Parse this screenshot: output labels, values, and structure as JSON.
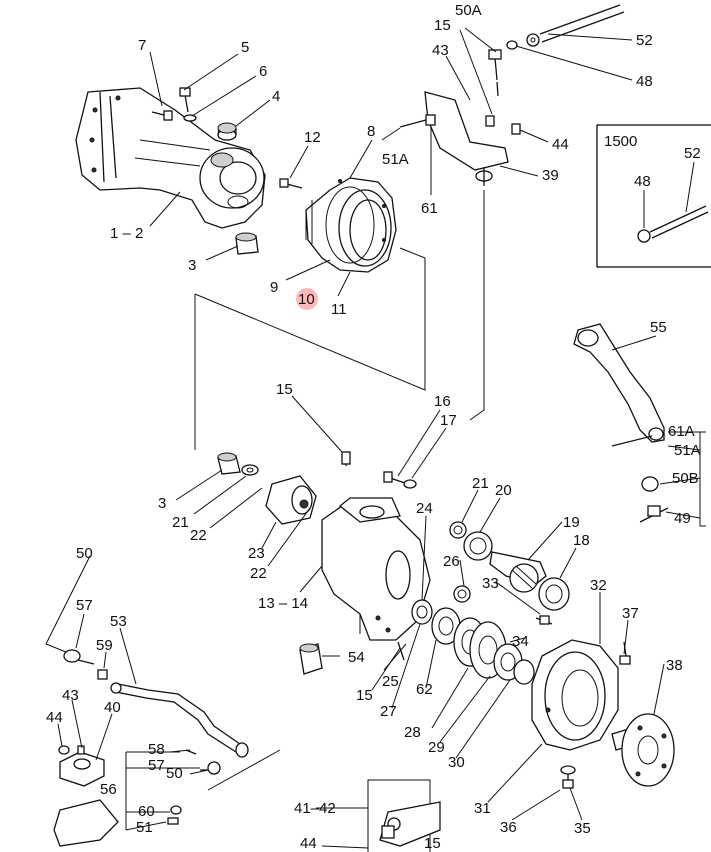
{
  "diagram": {
    "colors": {
      "ink": "#111111",
      "paper": "#ffffff",
      "highlight": "#ff8080"
    },
    "inset_title": "1500",
    "labels": [
      {
        "id": "p1",
        "text": "7"
      },
      {
        "id": "p2",
        "text": "5"
      },
      {
        "id": "p3",
        "text": "6"
      },
      {
        "id": "p4",
        "text": "4"
      },
      {
        "id": "p5",
        "text": "1 – 2"
      },
      {
        "id": "p6",
        "text": "3"
      },
      {
        "id": "p7",
        "text": "12"
      },
      {
        "id": "p8",
        "text": "8"
      },
      {
        "id": "p9",
        "text": "9"
      },
      {
        "id": "p10",
        "text": "10"
      },
      {
        "id": "p11",
        "text": "11"
      },
      {
        "id": "p12",
        "text": "15"
      },
      {
        "id": "p13",
        "text": "50A"
      },
      {
        "id": "p14",
        "text": "43"
      },
      {
        "id": "p15",
        "text": "51A"
      },
      {
        "id": "p16",
        "text": "61"
      },
      {
        "id": "p17",
        "text": "44"
      },
      {
        "id": "p18",
        "text": "39"
      },
      {
        "id": "p19",
        "text": "52"
      },
      {
        "id": "p20",
        "text": "48"
      },
      {
        "id": "p21",
        "text": "48"
      },
      {
        "id": "p22",
        "text": "52"
      },
      {
        "id": "p23",
        "text": "55"
      },
      {
        "id": "p24",
        "text": "61A"
      },
      {
        "id": "p25",
        "text": "51A"
      },
      {
        "id": "p26",
        "text": "50B"
      },
      {
        "id": "p27",
        "text": "49"
      },
      {
        "id": "p28",
        "text": "15"
      },
      {
        "id": "p29",
        "text": "16"
      },
      {
        "id": "p30",
        "text": "17"
      },
      {
        "id": "p31",
        "text": "3"
      },
      {
        "id": "p32",
        "text": "21"
      },
      {
        "id": "p33",
        "text": "22"
      },
      {
        "id": "p34",
        "text": "23"
      },
      {
        "id": "p35",
        "text": "22"
      },
      {
        "id": "p36",
        "text": "13 – 14"
      },
      {
        "id": "p37",
        "text": "24"
      },
      {
        "id": "p38",
        "text": "21"
      },
      {
        "id": "p39",
        "text": "20"
      },
      {
        "id": "p40",
        "text": "19"
      },
      {
        "id": "p41",
        "text": "18"
      },
      {
        "id": "p42",
        "text": "26"
      },
      {
        "id": "p43",
        "text": "33"
      },
      {
        "id": "p44",
        "text": "32"
      },
      {
        "id": "p45",
        "text": "37"
      },
      {
        "id": "p46",
        "text": "34"
      },
      {
        "id": "p47",
        "text": "38"
      },
      {
        "id": "p48",
        "text": "50"
      },
      {
        "id": "p49",
        "text": "57"
      },
      {
        "id": "p50",
        "text": "53"
      },
      {
        "id": "p51",
        "text": "59"
      },
      {
        "id": "p52",
        "text": "43"
      },
      {
        "id": "p53",
        "text": "44"
      },
      {
        "id": "p54",
        "text": "40"
      },
      {
        "id": "p55",
        "text": "54"
      },
      {
        "id": "p56",
        "text": "15"
      },
      {
        "id": "p57",
        "text": "25"
      },
      {
        "id": "p58",
        "text": "62"
      },
      {
        "id": "p59",
        "text": "27"
      },
      {
        "id": "p60",
        "text": "28"
      },
      {
        "id": "p61",
        "text": "29"
      },
      {
        "id": "p62",
        "text": "30"
      },
      {
        "id": "p63",
        "text": "31"
      },
      {
        "id": "p64",
        "text": "36"
      },
      {
        "id": "p65",
        "text": "35"
      },
      {
        "id": "p66",
        "text": "58"
      },
      {
        "id": "p67",
        "text": "57"
      },
      {
        "id": "p68",
        "text": "50"
      },
      {
        "id": "p69",
        "text": "56"
      },
      {
        "id": "p70",
        "text": "60"
      },
      {
        "id": "p71",
        "text": "51"
      },
      {
        "id": "p72",
        "text": "41–42"
      },
      {
        "id": "p73",
        "text": "44"
      },
      {
        "id": "p74",
        "text": "15"
      }
    ]
  }
}
